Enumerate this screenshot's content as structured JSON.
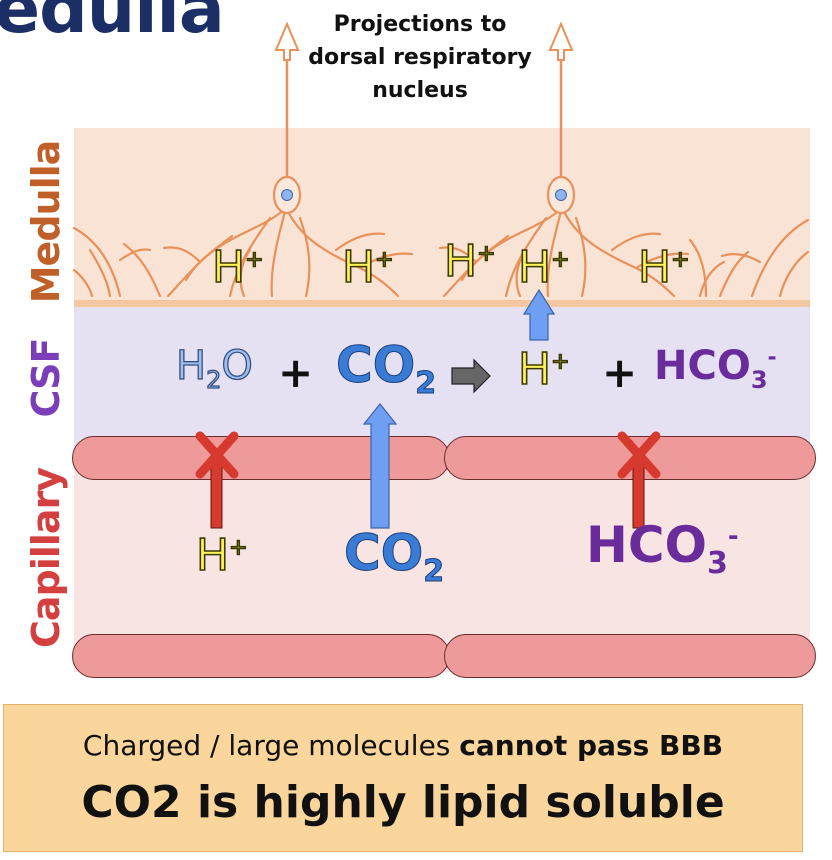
{
  "title": "edulla",
  "projections": {
    "line1": "Projections to",
    "line2": "dorsal respiratory",
    "line3": "nucleus"
  },
  "regions": {
    "medulla": "Medulla",
    "csf": "CSF",
    "capillary": "Capillary"
  },
  "medulla_ions": {
    "h": "H",
    "plus": "+"
  },
  "reaction": {
    "water_h": "H",
    "water_sub": "2",
    "water_o": "O",
    "plus": "+",
    "co2_main": "CO",
    "co2_sub": "2",
    "h": "H",
    "h_plus": "+",
    "bicarb_main": "HCO",
    "bicarb_sub": "3",
    "bicarb_sup": "-"
  },
  "capillary": {
    "h": "H",
    "h_plus": "+",
    "co2_main": "CO",
    "co2_sub": "2",
    "bicarb_main": "HCO",
    "bicarb_sub": "3",
    "bicarb_sup": "-"
  },
  "footer": {
    "line1_normal": "Charged / large molecules ",
    "line1_bold": "cannot pass BBB",
    "line2": "CO2 is highly lipid soluble"
  },
  "colors": {
    "title": "#1b2f66",
    "medulla_band": "#f8e3d4",
    "csf_band": "#e6e0f3",
    "capillary_band": "#f9e4e4",
    "vessel": "#ef9a9a",
    "neuron": "#e8915a",
    "hydrogen_ion": "#fff25a",
    "co2": "#3a7bd5",
    "bicarbonate": "#6a2c9a",
    "block": "#d63a2f",
    "footer_bg": "#fbd69c"
  },
  "icons": {
    "block_marker": "red-x-icon",
    "transport": "arrow-up-icon",
    "reaction": "arrow-right-icon",
    "neuron": "neuron-icon"
  }
}
